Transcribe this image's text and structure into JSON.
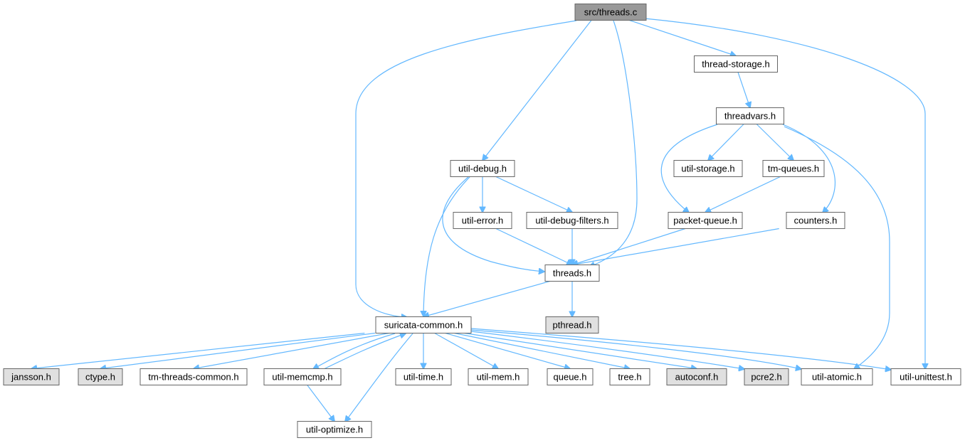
{
  "colors": {
    "edge": "#63b8ff",
    "node_border": "#666666",
    "node_default": "#ffffff",
    "node_root": "#999999",
    "node_system": "#e0e0e0"
  },
  "nodes": {
    "root": {
      "label": "src/threads.c",
      "kind": "root"
    },
    "thread_storage": {
      "label": "thread-storage.h",
      "kind": "default"
    },
    "threadvars": {
      "label": "threadvars.h",
      "kind": "default"
    },
    "util_debug": {
      "label": "util-debug.h",
      "kind": "default"
    },
    "util_storage": {
      "label": "util-storage.h",
      "kind": "default"
    },
    "tm_queues": {
      "label": "tm-queues.h",
      "kind": "default"
    },
    "util_error": {
      "label": "util-error.h",
      "kind": "default"
    },
    "util_debug_filters": {
      "label": "util-debug-filters.h",
      "kind": "default"
    },
    "packet_queue": {
      "label": "packet-queue.h",
      "kind": "default"
    },
    "counters": {
      "label": "counters.h",
      "kind": "default"
    },
    "threads_h": {
      "label": "threads.h",
      "kind": "default"
    },
    "suricata_common": {
      "label": "suricata-common.h",
      "kind": "default"
    },
    "pthread": {
      "label": "pthread.h",
      "kind": "system"
    },
    "jansson": {
      "label": "jansson.h",
      "kind": "system"
    },
    "ctype": {
      "label": "ctype.h",
      "kind": "system"
    },
    "tm_threads_common": {
      "label": "tm-threads-common.h",
      "kind": "default"
    },
    "util_memcmp": {
      "label": "util-memcmp.h",
      "kind": "default"
    },
    "util_time": {
      "label": "util-time.h",
      "kind": "default"
    },
    "util_mem": {
      "label": "util-mem.h",
      "kind": "default"
    },
    "queue": {
      "label": "queue.h",
      "kind": "default"
    },
    "tree": {
      "label": "tree.h",
      "kind": "default"
    },
    "autoconf": {
      "label": "autoconf.h",
      "kind": "system"
    },
    "pcre2": {
      "label": "pcre2.h",
      "kind": "system"
    },
    "util_atomic": {
      "label": "util-atomic.h",
      "kind": "default"
    },
    "util_unittest": {
      "label": "util-unittest.h",
      "kind": "default"
    },
    "util_optimize": {
      "label": "util-optimize.h",
      "kind": "default"
    }
  },
  "edges": [
    [
      "root",
      "thread_storage"
    ],
    [
      "root",
      "util_debug"
    ],
    [
      "root",
      "threads_h"
    ],
    [
      "root",
      "suricata_common"
    ],
    [
      "root",
      "util_unittest"
    ],
    [
      "thread_storage",
      "threadvars"
    ],
    [
      "threadvars",
      "util_storage"
    ],
    [
      "threadvars",
      "tm_queues"
    ],
    [
      "threadvars",
      "packet_queue"
    ],
    [
      "threadvars",
      "counters"
    ],
    [
      "threadvars",
      "util_atomic"
    ],
    [
      "tm_queues",
      "packet_queue"
    ],
    [
      "util_debug",
      "util_error"
    ],
    [
      "util_debug",
      "util_debug_filters"
    ],
    [
      "util_debug",
      "threads_h"
    ],
    [
      "util_debug",
      "suricata_common"
    ],
    [
      "util_error",
      "threads_h"
    ],
    [
      "util_debug_filters",
      "threads_h"
    ],
    [
      "packet_queue",
      "threads_h"
    ],
    [
      "counters",
      "threads_h"
    ],
    [
      "threads_h",
      "suricata_common"
    ],
    [
      "threads_h",
      "pthread"
    ],
    [
      "suricata_common",
      "jansson"
    ],
    [
      "suricata_common",
      "ctype"
    ],
    [
      "suricata_common",
      "tm_threads_common"
    ],
    [
      "suricata_common",
      "util_memcmp"
    ],
    [
      "suricata_common",
      "util_optimize"
    ],
    [
      "suricata_common",
      "util_time"
    ],
    [
      "suricata_common",
      "util_mem"
    ],
    [
      "suricata_common",
      "queue"
    ],
    [
      "suricata_common",
      "tree"
    ],
    [
      "suricata_common",
      "autoconf"
    ],
    [
      "suricata_common",
      "pcre2"
    ],
    [
      "suricata_common",
      "util_atomic"
    ],
    [
      "suricata_common",
      "util_unittest"
    ],
    [
      "util_memcmp",
      "suricata_common"
    ],
    [
      "util_memcmp",
      "util_optimize"
    ]
  ]
}
